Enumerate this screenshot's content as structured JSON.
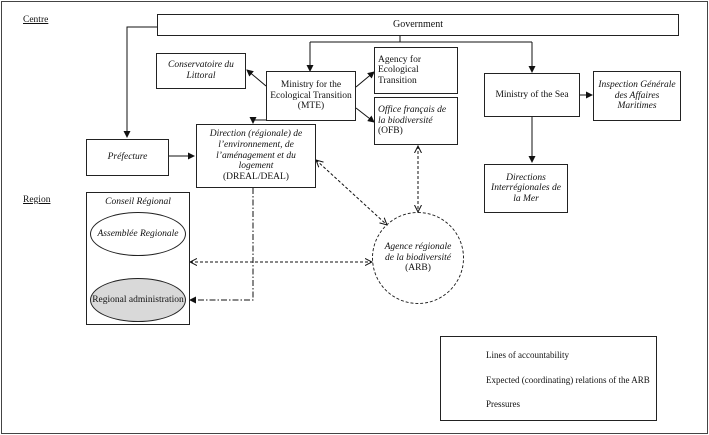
{
  "sections": {
    "centre": "Centre",
    "region": "Region"
  },
  "nodes": {
    "government": "Government",
    "conservatoire": "Conservatoire du Littoral",
    "mte": "Ministry for the Ecological Transition (MTE)",
    "agency": "Agency for Ecological Transition",
    "ofb_name": "Office français de la biodiversité",
    "ofb_abbr": "(OFB)",
    "sea": "Ministry of the Sea",
    "igam": "Inspection Générale des Affaires Maritimes",
    "prefecture": "Préfecture",
    "dreal_name": "Direction (régionale) de l’environnement, de l’aménagement et du logement",
    "dreal_abbr": "(DREAL/DEAL)",
    "dirm": "Directions Interrégionales de la Mer",
    "conseil": "Conseil Régional",
    "assemblee": "Assemblée Regionale",
    "admin": "Regional administration",
    "arb_name": "Agence régionale de la biodiversité",
    "arb_abbr": "(ARB)"
  },
  "legend": {
    "accountability": "Lines of accountability",
    "coordinating": "Expected (coordinating) relations of the ARB",
    "pressures": "Pressures"
  }
}
